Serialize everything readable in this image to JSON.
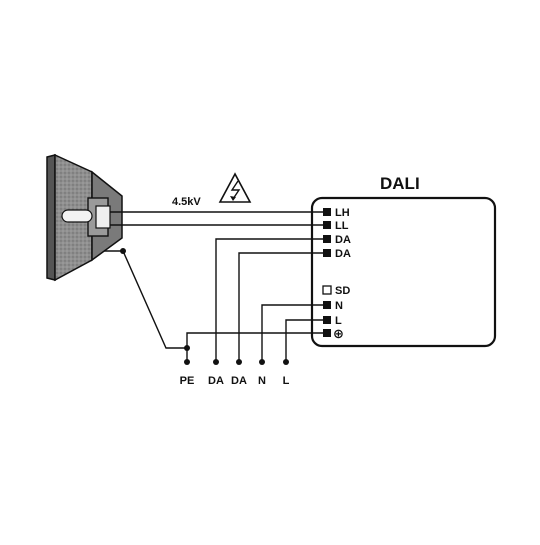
{
  "ballast": {
    "title": "DALI",
    "terminals_top": [
      "LH",
      "LL",
      "DA",
      "DA"
    ],
    "terminals_bottom": [
      "SD",
      "N",
      "L"
    ],
    "ground_symbol": "⊕"
  },
  "voltage_label": "4.5kV",
  "hazard_icon": "high-voltage-warning-icon",
  "bottom_labels": [
    "PE",
    "DA",
    "DA",
    "N",
    "L"
  ]
}
